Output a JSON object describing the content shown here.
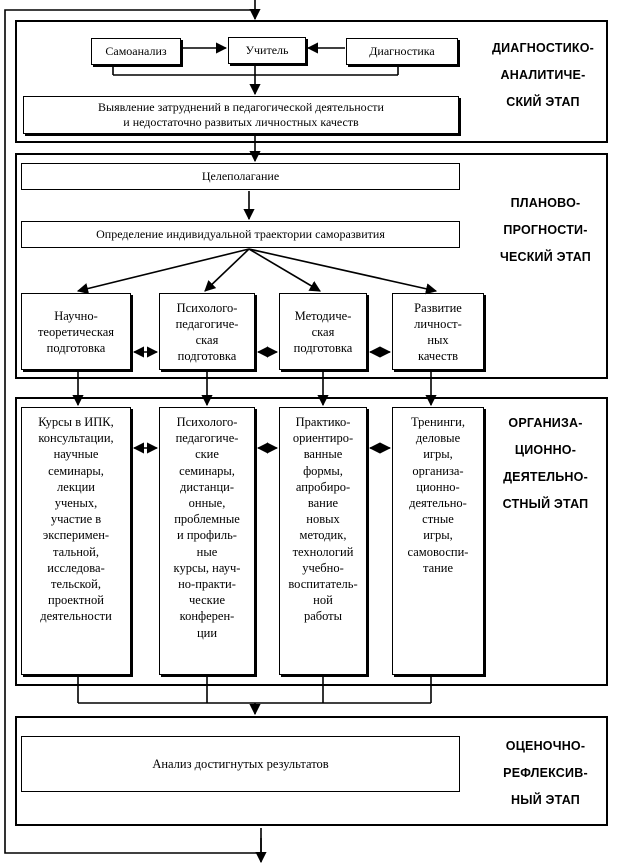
{
  "diagnostic": {
    "label": "ДИАГНОСТИКО-\nАНАЛИТИЧЕ-\nСКИЙ ЭТАП",
    "self_analysis": "Самоанализ",
    "teacher": "Учитель",
    "diagnostics": "Диагностика",
    "difficulties": "Выявление затруднений в педагогической деятельности\nи недостаточно развитых личностных качеств"
  },
  "planning": {
    "label": "ПЛАНОВО-\nПРОГНОСТИ-\nЧЕСКИЙ ЭТАП",
    "goal_setting": "Целеполагание",
    "trajectory": "Определение индивидуальной траектории саморазвития",
    "branches": [
      "Научно-\nтеоретическая\nподготовка",
      "Психолого-\nпедагогиче-\nская\nподготовка",
      "Методиче-\nская\nподготовка",
      "Развитие\nличност-\nных\nкачеств"
    ]
  },
  "organizational": {
    "label": "ОРГАНИЗА-\nЦИОННО-\nДЕЯТЕЛЬНО-\nСТНЫЙ ЭТАП",
    "columns": [
      "Курсы в ИПК,\nконсультации,\nнаучные\nсеминары,\nлекции\nученых,\nучастие в\nэксперимен-\nтальной,\nисследова-\nтельской,\nпроектной\nдеятельности",
      "Психолого-\nпедагогиче-\nские\nсеминары,\nдистанци-\nонные,\nпроблемные\nи профиль-\nные\nкурсы, науч-\nно-практи-\nческие\nконферен-\nции",
      "Практико-\nориентиро-\nванные\nформы,\nапробиро-\nвание\nновых\nметодик,\nтехнологий\nучебно-\nвоспитатель-\nной\nработы",
      "Тренинги,\nделовые\nигры,\nорганиза-\nционно-\nдеятельно-\nстные\nигры,\nсамовоспи-\nтание"
    ]
  },
  "evaluation": {
    "label": "ОЦЕНОЧНО-\nРЕФЛЕКСИВ-\nНЫЙ ЭТАП",
    "analysis": "Анализ достигнутых результатов"
  }
}
